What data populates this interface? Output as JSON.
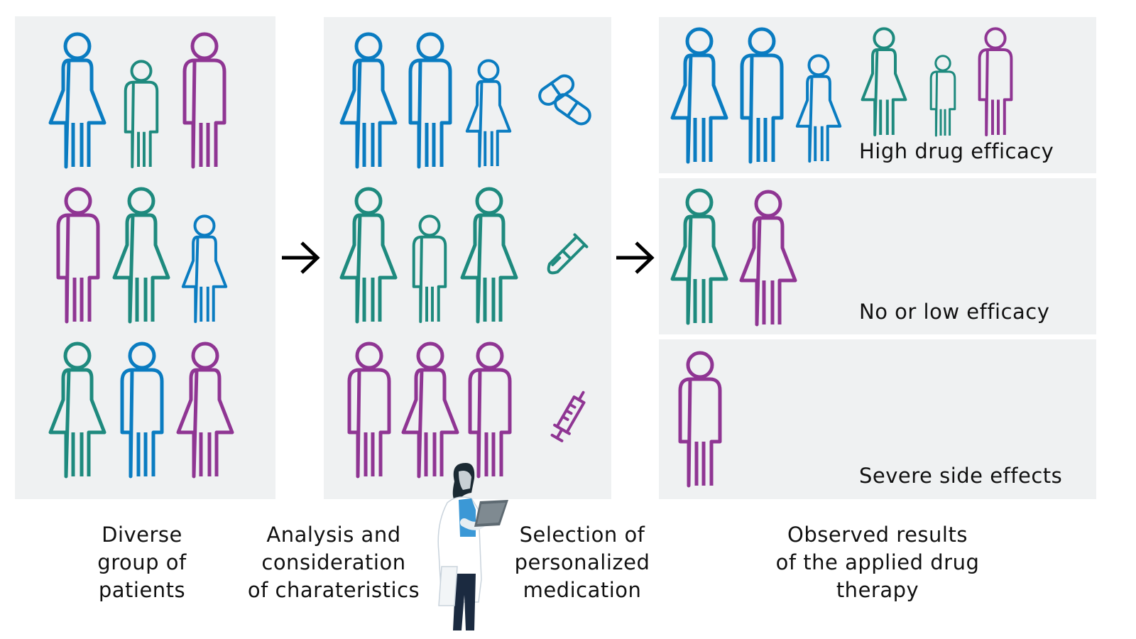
{
  "colors": {
    "blue": "#0a7cc1",
    "green": "#1e8a7e",
    "purple": "#8f3593",
    "panel": "#eff1f2",
    "text": "#111111"
  },
  "captions": {
    "diverse": [
      "Diverse",
      "group of",
      "patients"
    ],
    "analysis": [
      "Analysis and",
      "consideration",
      "of charateristics"
    ],
    "selection": [
      "Selection of",
      "personalized",
      "medication"
    ],
    "results": [
      "Observed results",
      "of the applied drug",
      "therapy"
    ]
  },
  "results": {
    "high": "High drug efficacy",
    "low": "No or low efficacy",
    "severe": "Severe side effects"
  },
  "icons": {
    "arrow1": "arrow-right-icon",
    "arrow2": "arrow-right-icon",
    "pills": "pills-icon",
    "test_tube": "test-tube-icon",
    "syringe": "syringe-icon",
    "doctor": "doctor-with-tablet-illustration"
  }
}
